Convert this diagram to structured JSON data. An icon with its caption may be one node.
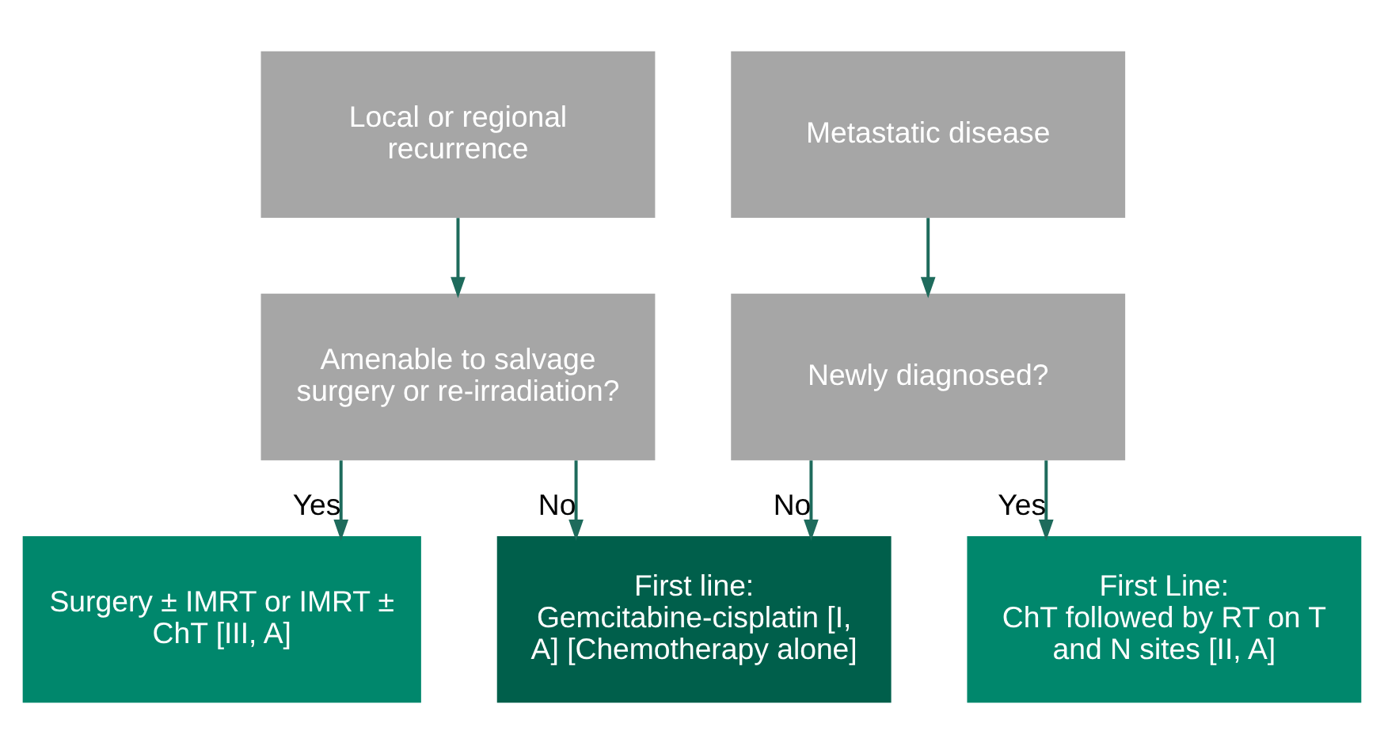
{
  "diagram": {
    "nodes": [
      {
        "text": [
          "Local or regional recurrence"
        ]
      },
      {
        "text": [
          "Metastatic disease"
        ]
      },
      {
        "text": [
          "Amenable to salvage surgery or re-irradiation?"
        ]
      },
      {
        "text": [
          "Newly diagnosed?"
        ]
      },
      {
        "text": [
          "Surgery ± IMRT or IMRT ± ChT [III, A]"
        ]
      },
      {
        "text": [
          "First line:",
          "Gemcitabine-cisplatin [I, A] [Chemotherapy alone]"
        ]
      },
      {
        "text": [
          "First Line:",
          "ChT followed by RT on T and N sites [II, A]"
        ]
      }
    ],
    "edges": [
      {
        "from": 0,
        "to": 2,
        "arrow": "to"
      },
      {
        "from": 1,
        "to": 3,
        "arrow": "to"
      },
      {
        "from": 2,
        "to": 4,
        "arrow": "to",
        "label": "Yes"
      },
      {
        "from": 2,
        "to": 5,
        "arrow": "to",
        "label": "No"
      },
      {
        "from": 3,
        "to": 5,
        "arrow": "to",
        "label": "No"
      },
      {
        "from": 3,
        "to": 6,
        "arrow": "to",
        "label": "Yes"
      }
    ]
  }
}
